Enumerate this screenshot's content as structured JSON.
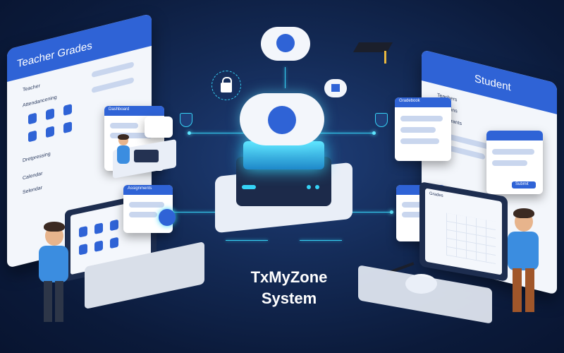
{
  "title": {
    "line1": "TxMyZone",
    "line2": "System"
  },
  "teacher_board": {
    "header": "Teacher Grades",
    "items": [
      "Teacher",
      "Attendancening",
      "Dretpressing",
      "Calendar",
      "Selendar"
    ]
  },
  "student_board": {
    "header": "Student",
    "items": [
      "Teachers",
      "Planmins",
      "Emailtrants"
    ]
  },
  "small_labels": {
    "dashboard_card": "Dashboard",
    "assignments": "Assignments",
    "grade_card": "Gradebook",
    "tab_label": "Grades",
    "submit": "Submit"
  },
  "colors": {
    "accent": "#2f63d6",
    "glow": "#36d3f6",
    "background": "#0b1a3a"
  },
  "icons": [
    "cloud-upload-icon",
    "lock-icon",
    "house-icon",
    "graduation-cap-icon",
    "shield-icon",
    "cloud-server-icon"
  ]
}
